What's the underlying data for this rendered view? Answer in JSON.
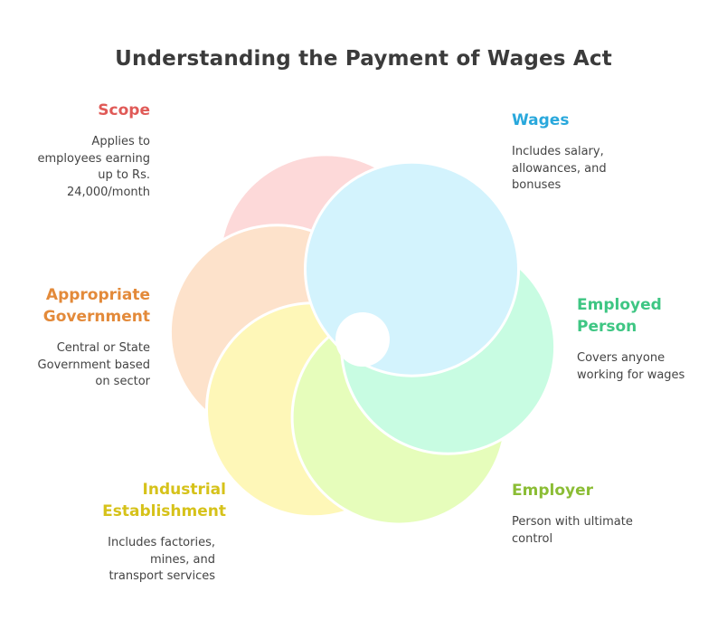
{
  "title": "Understanding the Payment of Wages Act",
  "items": [
    {
      "id": "scope",
      "label": "Scope",
      "desc": "Applies to\nemployees earning\nup to Rs.\n24,000/month",
      "color": "#e05a57",
      "fill": "#fdd9d9"
    },
    {
      "id": "wages",
      "label": "Wages",
      "desc": "Includes salary,\nallowances, and\nbonuses",
      "color": "#29a8dc",
      "fill": "#d3f3fd"
    },
    {
      "id": "employed-person",
      "label": "Employed\nPerson",
      "desc": "Covers anyone\nworking for wages",
      "color": "#3ec683",
      "fill": "#c8fce2"
    },
    {
      "id": "employer",
      "label": "Employer",
      "desc": "Person with ultimate\ncontrol",
      "color": "#8bbd35",
      "fill": "#e6fdbb"
    },
    {
      "id": "industrial-establishment",
      "label": "Industrial\nEstablishment",
      "desc": "Includes factories,\nmines, and\ntransport services",
      "color": "#d6c21a",
      "fill": "#fef7b8"
    },
    {
      "id": "appropriate-government",
      "label": "Appropriate\nGovernment",
      "desc": "Central or State\nGovernment based\non sector",
      "color": "#e38a3a",
      "fill": "#fde2cb"
    }
  ]
}
